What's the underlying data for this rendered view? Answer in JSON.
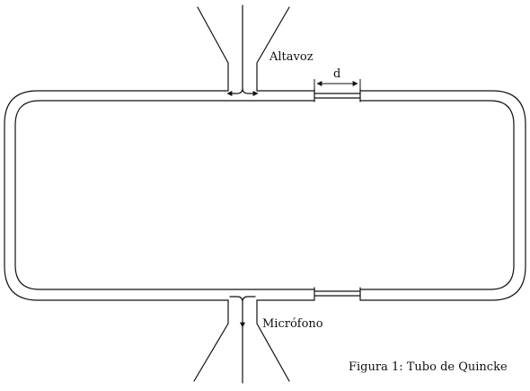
{
  "diagram": {
    "labels": {
      "speaker": "Altavoz",
      "microphone": "Micrófono",
      "distance": "d",
      "caption": "Figura 1: Tubo de Quincke"
    },
    "colors": {
      "stroke": "#111111",
      "background": "#ffffff"
    }
  }
}
